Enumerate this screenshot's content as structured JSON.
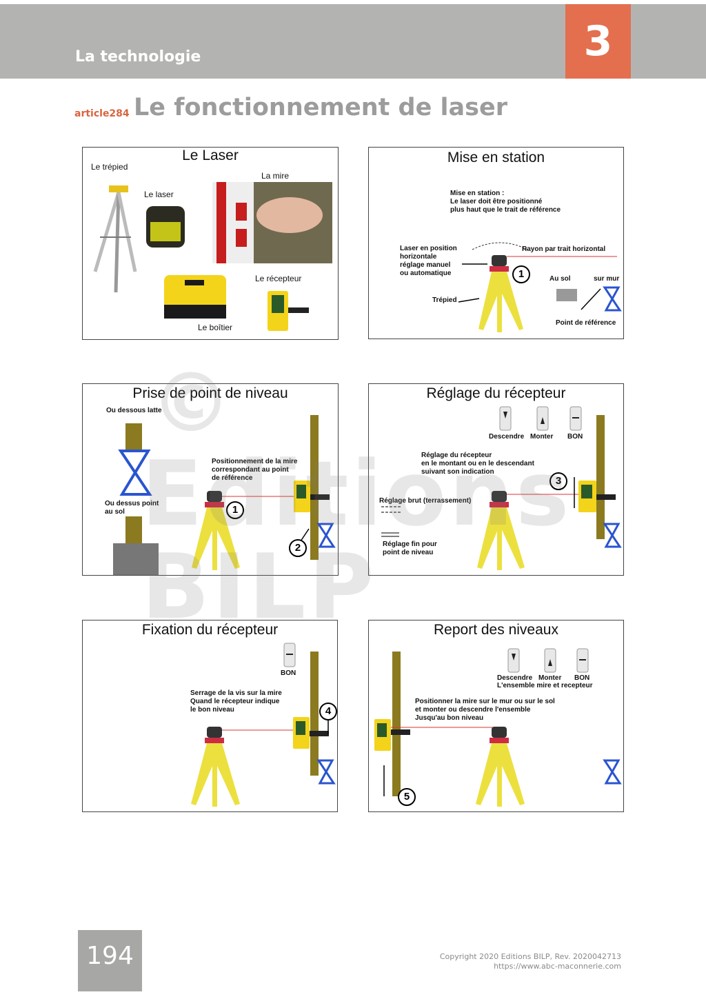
{
  "header": {
    "section": "La technologie",
    "chapter": "3"
  },
  "article": {
    "tag": "article284",
    "title": "Le fonctionnement de laser"
  },
  "panels": {
    "laser": {
      "title": "Le Laser",
      "labels": {
        "trepied": "Le trépied",
        "laser": "Le laser",
        "mire": "La mire",
        "recepteur": "Le récepteur",
        "boitier": "Le boîtier"
      }
    },
    "station": {
      "title": "Mise en station",
      "note": "Mise en station :\nLe laser doit être positionné\nplus haut que le trait de référence",
      "horiz": "Laser en position\nhorizontale\nréglage manuel\nou automatique",
      "rayon": "Rayon par trait horizontal",
      "trepied": "Trépied",
      "ausol": "Au sol",
      "surmur": "sur mur",
      "point": "Point de référence",
      "step": "1"
    },
    "prise": {
      "title": "Prise de point de niveau",
      "dessous": "Ou dessous latte",
      "dessus": "Ou dessus point\nau sol",
      "position": "Positionnement de la mire\ncorrespondant au point\nde référence",
      "step1": "1",
      "step2": "2"
    },
    "reglage": {
      "title": "Réglage du récepteur",
      "descendre": "Descendre",
      "monter": "Monter",
      "bon": "BON",
      "text": "Réglage du récepteur\nen le montant ou en le descendant\nsuivant son indication",
      "brut": "Réglage brut (terrassement)",
      "fin": "Réglage fin pour\npoint de niveau",
      "step": "3"
    },
    "fixation": {
      "title": "Fixation du récepteur",
      "bon": "BON",
      "text": "Serrage de la vis sur la mire\nQuand le récepteur indique\nle bon niveau",
      "step": "4"
    },
    "report": {
      "title": "Report des niveaux",
      "descendre": "Descendre",
      "monter": "Monter",
      "bon": "BON",
      "ensemble": "L'ensemble mire et recepteur",
      "text": "Positionner la mire sur le mur ou sur le sol\net monter ou descendre l'ensemble\nJusqu'au bon niveau",
      "step": "5"
    }
  },
  "watermark": {
    "symbol": "©",
    "line1": "Editions",
    "line2": "BILP"
  },
  "footer": {
    "page": "194",
    "copyright": "Copyright 2020 Editions BILP, Rev. 2020042713",
    "url": "https://www.abc-maconnerie.com"
  }
}
